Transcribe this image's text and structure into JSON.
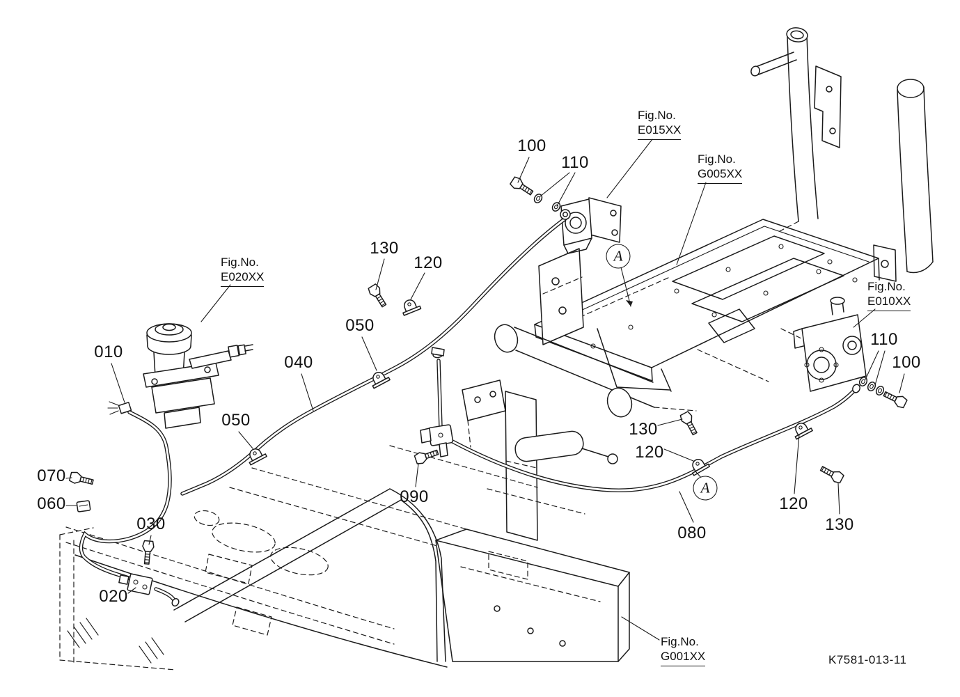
{
  "diagram": {
    "type": "exploded-parts-diagram",
    "drawing_number": "K7581-013-11",
    "fig_label_prefix": "Fig.No.",
    "detail_markers": [
      {
        "label": "A"
      },
      {
        "label": "A"
      }
    ],
    "fig_refs": [
      {
        "code": "E015XX"
      },
      {
        "code": "G005XX"
      },
      {
        "code": "E020XX"
      },
      {
        "code": "E010XX"
      },
      {
        "code": "G001XX"
      }
    ],
    "callouts": [
      {
        "label": "100"
      },
      {
        "label": "110"
      },
      {
        "label": "130"
      },
      {
        "label": "120"
      },
      {
        "label": "050"
      },
      {
        "label": "010"
      },
      {
        "label": "040"
      },
      {
        "label": "050"
      },
      {
        "label": "110"
      },
      {
        "label": "100"
      },
      {
        "label": "070"
      },
      {
        "label": "060"
      },
      {
        "label": "030"
      },
      {
        "label": "020"
      },
      {
        "label": "090"
      },
      {
        "label": "130"
      },
      {
        "label": "120"
      },
      {
        "label": "080"
      },
      {
        "label": "120"
      },
      {
        "label": "130"
      }
    ]
  }
}
